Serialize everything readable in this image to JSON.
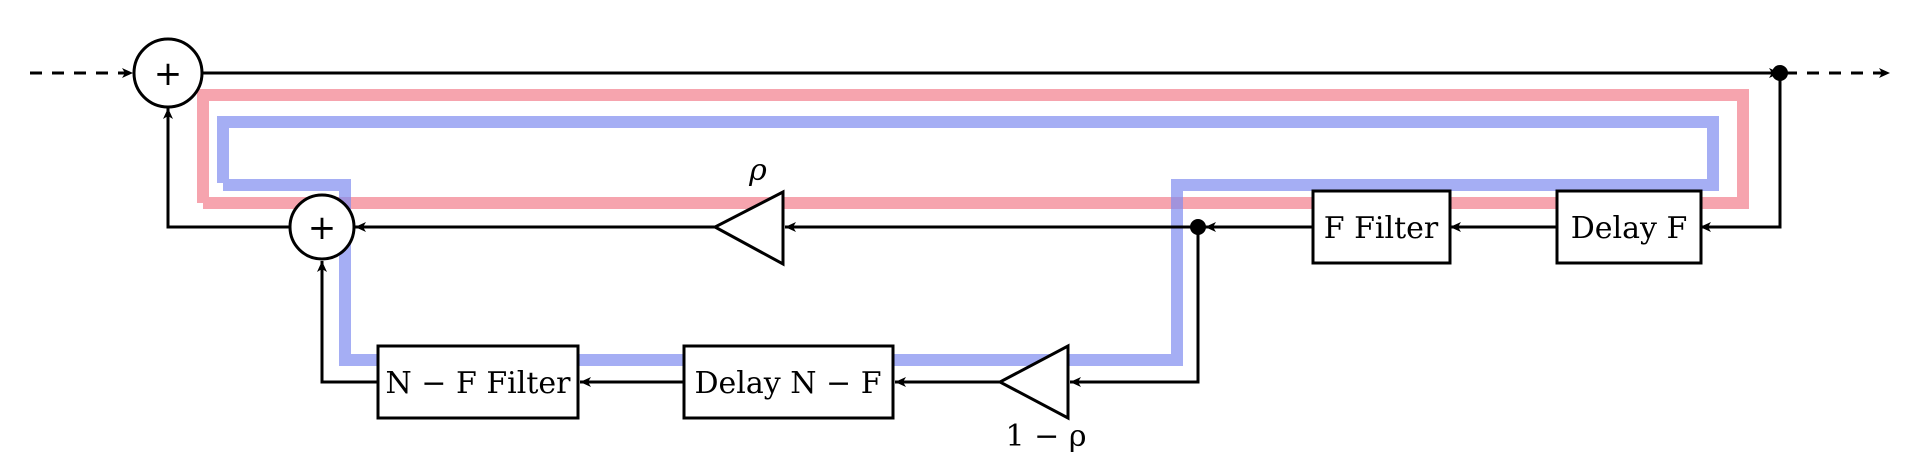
{
  "diagram": {
    "adders": {
      "top_symbol": "+",
      "inner_symbol": "+"
    },
    "gains": {
      "feedback_gain": "ρ",
      "split_gain": "1 − ρ"
    },
    "blocks": {
      "delay_f": "Delay F",
      "f_filter": "F Filter",
      "delay_n_minus_f": "Delay N − F",
      "n_minus_f_filter": "N − F Filter"
    },
    "colors": {
      "red_path": "#f27d8b",
      "blue_path": "#7f8cf0",
      "wire": "#000000"
    }
  }
}
